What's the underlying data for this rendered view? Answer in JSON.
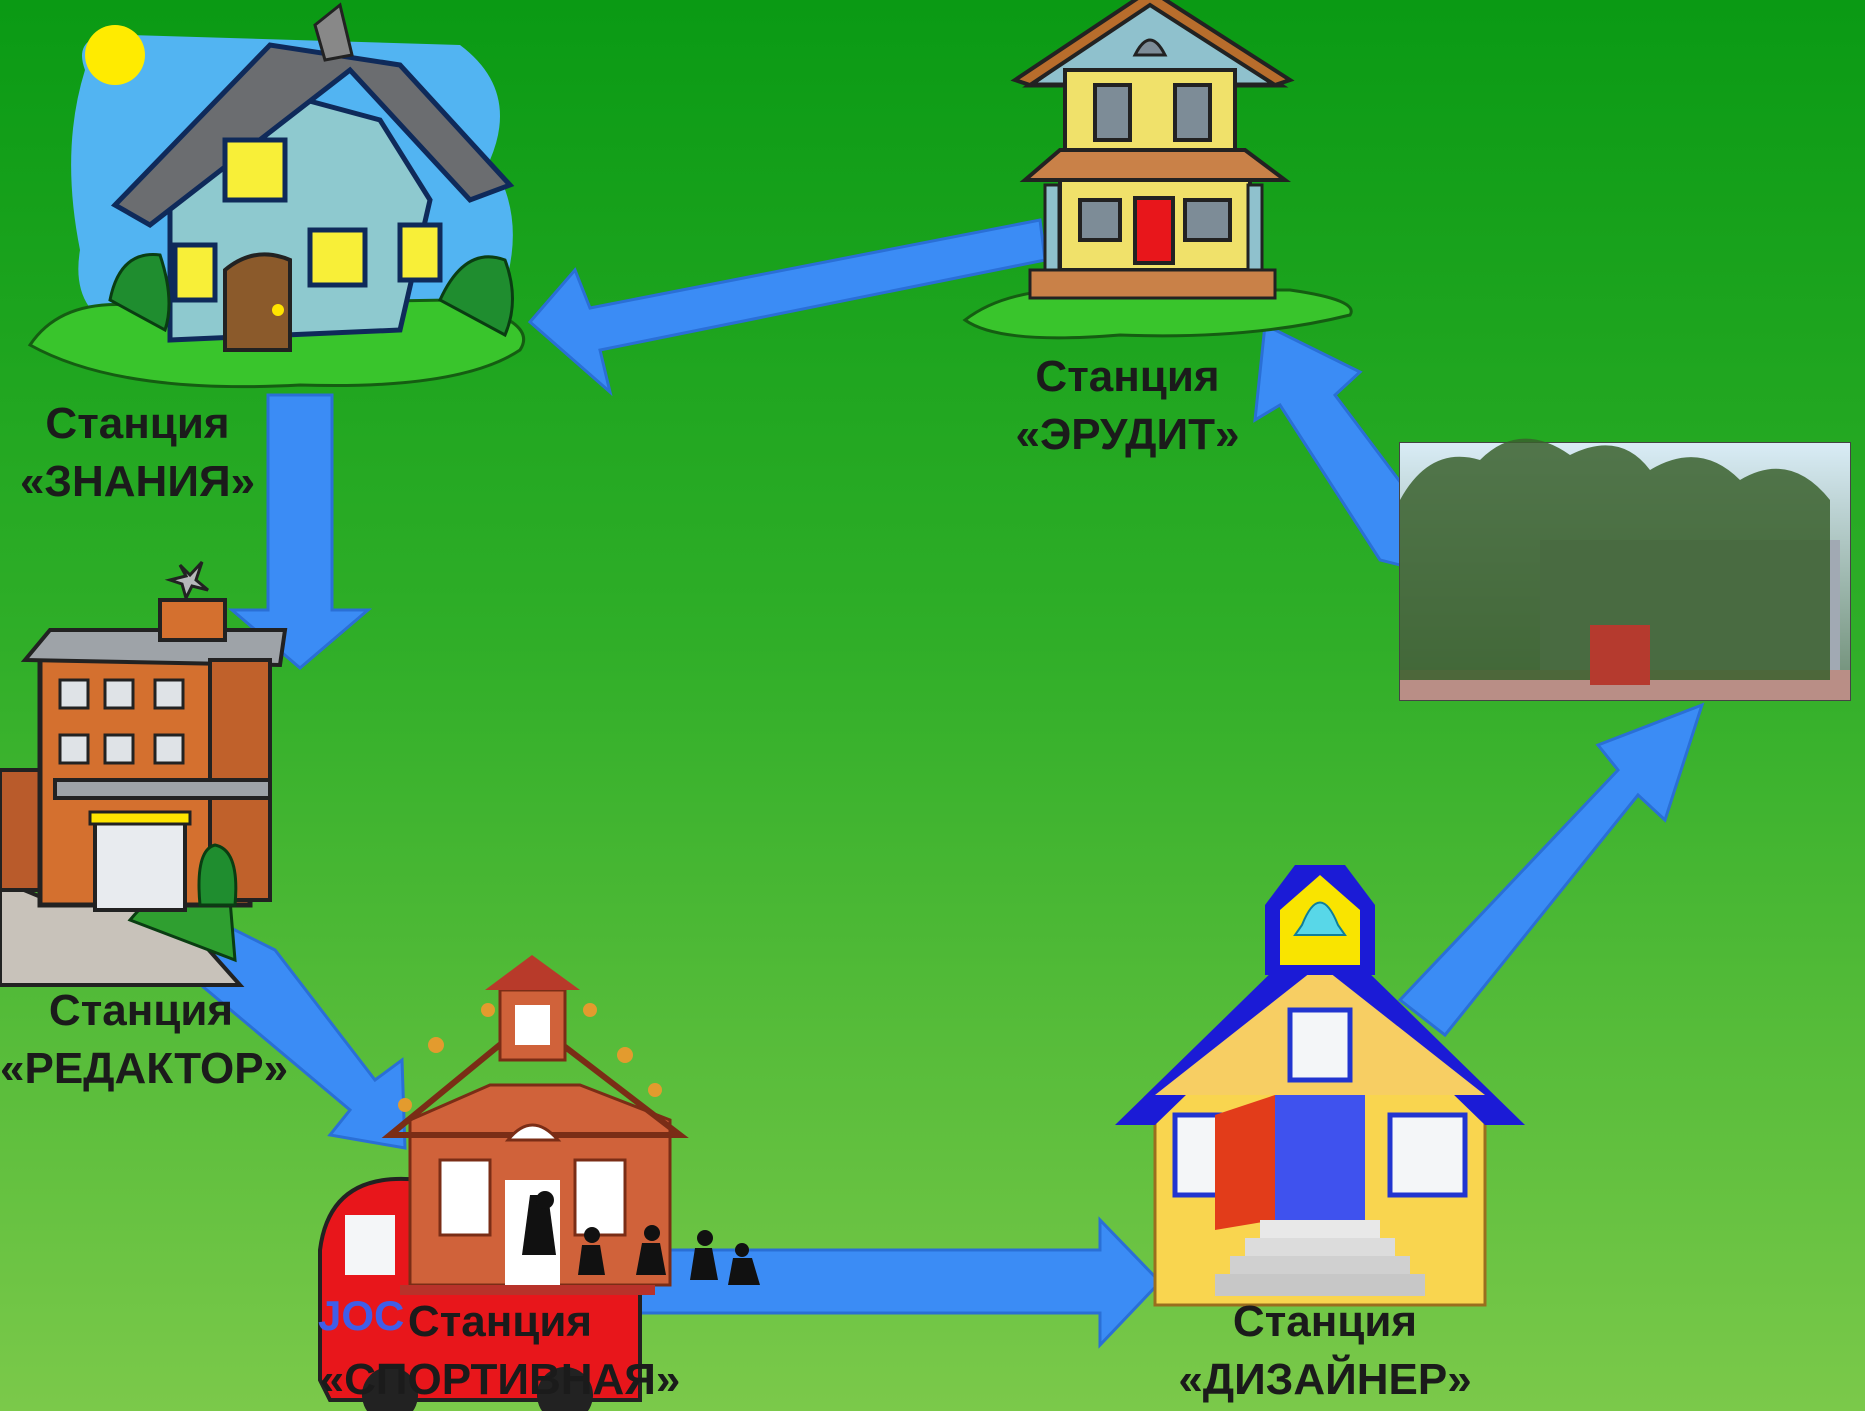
{
  "colors": {
    "arrow": "#3b8cf5",
    "background_top": "#0a9a14",
    "background_bottom": "#7bc94a",
    "label_text": "#1b1b1b"
  },
  "stations": [
    {
      "line1": "Станция",
      "line2": "«ЗНАНИЯ»",
      "icon": "house-icon"
    },
    {
      "line1": "Станция",
      "line2": "«ЭРУДИТ»",
      "icon": "two-story-house-icon"
    },
    {
      "line1": "Станция",
      "line2": "«РЕДАКТОР»",
      "icon": "brick-building-icon"
    },
    {
      "line1": "Станция",
      "line2": "«СПОРТИВНАЯ»",
      "icon": "schoolhouse-with-bus-icon"
    },
    {
      "line1": "Станция",
      "line2": "«ДИЗАЙНЕР»",
      "icon": "bell-school-icon"
    }
  ],
  "photo": {
    "icon": "school-building-photo"
  }
}
